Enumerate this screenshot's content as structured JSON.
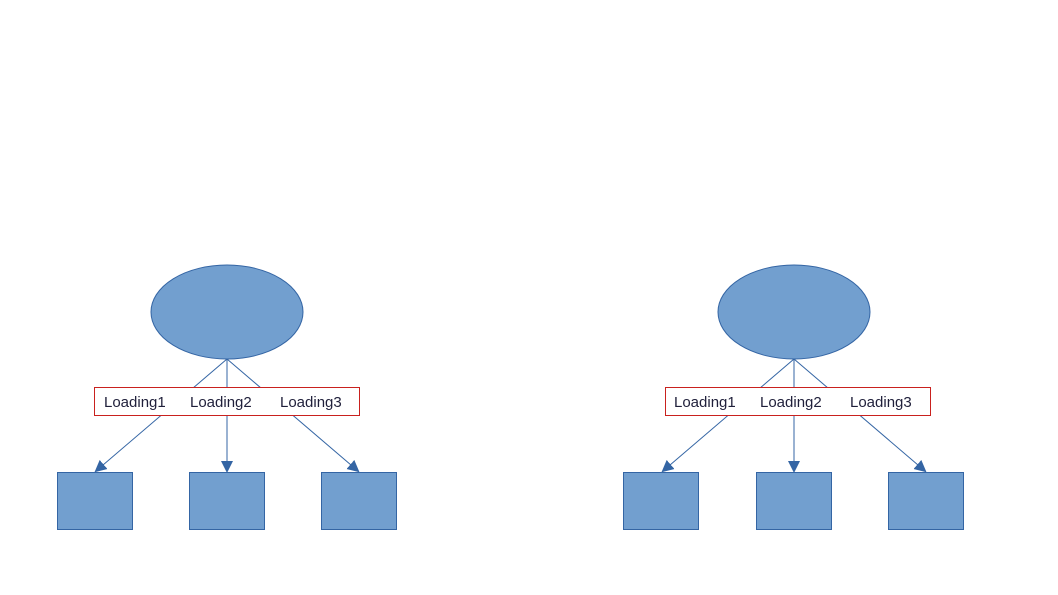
{
  "colors": {
    "shape_fill": "#729fcf",
    "shape_stroke": "#3465a4",
    "arrow": "#3465a4",
    "label_border": "#c9211e",
    "label_text": "#1f1f3a",
    "background": "#ffffff"
  },
  "diagrams": [
    {
      "labels": [
        "Loading1",
        "Loading2",
        "Loading3"
      ]
    },
    {
      "labels": [
        "Loading1",
        "Loading2",
        "Loading3"
      ]
    }
  ]
}
